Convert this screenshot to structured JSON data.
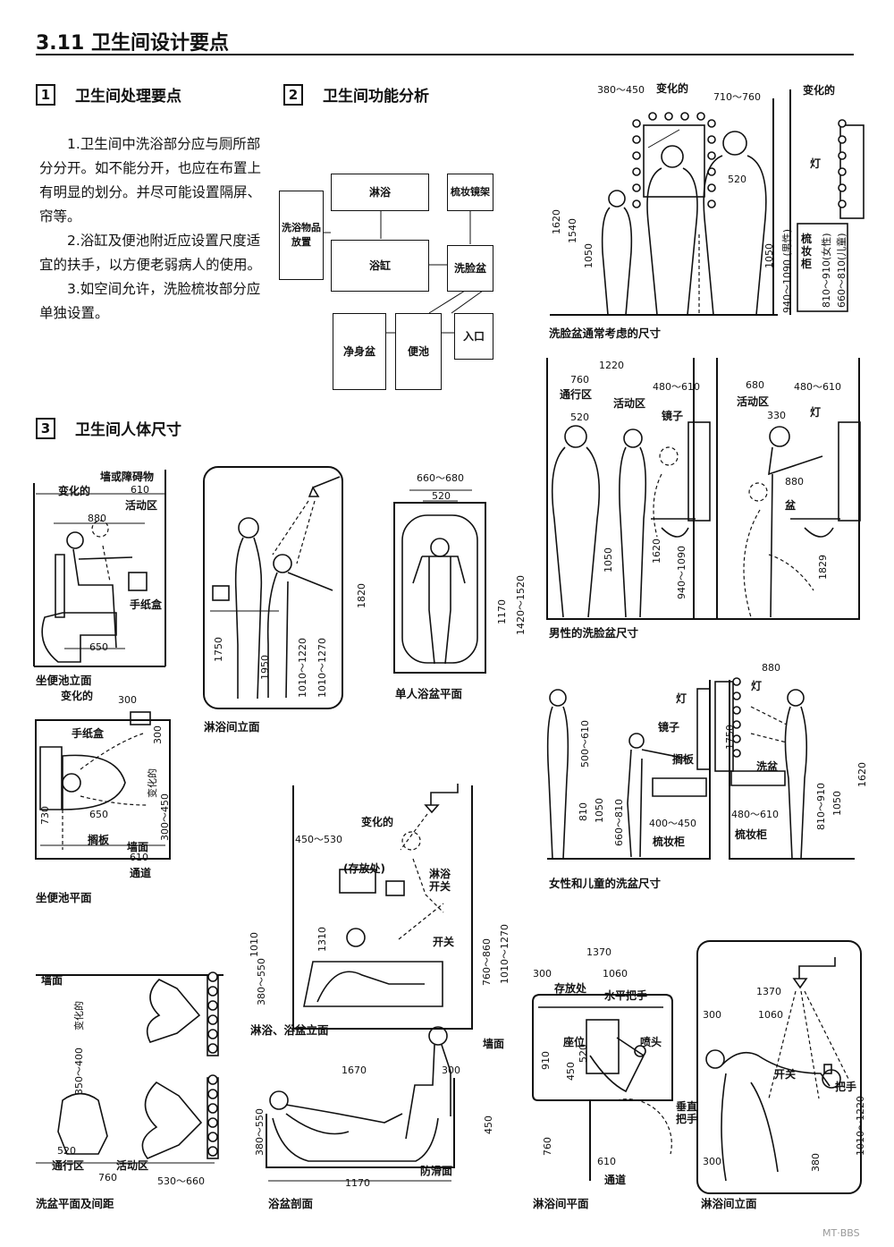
{
  "header": {
    "title": "3.11 卫生间设计要点"
  },
  "section1": {
    "num": "1",
    "title": "卫生间处理要点",
    "paragraphs": [
      "1.卫生间中洗浴部分应与厕所部分分开。如不能分开，也应在布置上有明显的划分。并尽可能设置隔屏、帘等。",
      "2.浴缸及便池附近应设置尺度适宜的扶手，以方便老弱病人的使用。",
      "3.如空间允许，洗脸梳妆部分应单独设置。"
    ]
  },
  "section2": {
    "num": "2",
    "title": "卫生间功能分析",
    "boxes": {
      "shower": "淋浴",
      "mirror": "梳妆镜架",
      "storage": "洗浴物品放置",
      "tub": "浴缸",
      "basin": "洗脸盆",
      "bidet": "净身盆",
      "toilet": "便池",
      "entrance": "入口"
    }
  },
  "section3": {
    "num": "3",
    "title": "卫生间人体尺寸"
  },
  "toilet_elev": {
    "caption": "坐便池立面",
    "wall": "墙或障碍物",
    "variable": "变化的",
    "d610": "610",
    "active": "活动区",
    "d880": "880",
    "tissue": "手纸盒",
    "d650": "650"
  },
  "toilet_plan": {
    "caption": "坐便池平面",
    "variable": "变化的",
    "d300a": "300",
    "tissue": "手纸盒",
    "d300b": "300",
    "variable2": "变化的",
    "d730": "730",
    "d650": "650",
    "d300_450": "300～450",
    "shelf": "搁板",
    "wall": "墙面",
    "d610": "610",
    "passage": "通道"
  },
  "shower_elev": {
    "caption": "淋浴间立面",
    "d1820": "1820",
    "d1750": "1750",
    "d1950": "1950",
    "d1010_1220": "1010～1220",
    "d1010_1270": "1010～1270"
  },
  "tub_plan": {
    "caption": "单人浴盆平面",
    "d660_680": "660～680",
    "d520": "520",
    "d1170": "1170",
    "d1420_1520": "1420～1520"
  },
  "basin_general": {
    "caption": "洗脸盆通常考虑的尺寸",
    "d380_450": "380～450",
    "variable": "变化的",
    "d710_760": "710～760",
    "d520": "520",
    "d1620": "1620",
    "d1540": "1540",
    "d1050a": "1050",
    "d1050b": "1050",
    "d940_1090": "940～1090 (男性)",
    "variable2": "变化的",
    "lamp": "灯",
    "cabinet": "梳妆柜",
    "d810_910": "810～910(女性)",
    "d660_810": "660～810(儿童)"
  },
  "basin_male": {
    "caption": "男性的洗脸盆尺寸",
    "d1220": "1220",
    "d760": "760",
    "passage": "通行区",
    "active": "活动区",
    "d480_610a": "480～610",
    "d520": "520",
    "mirror": "镜子",
    "d1620": "1620",
    "d1050": "1050",
    "d940_1090": "940～1090",
    "d680": "680",
    "d480_610b": "480～610",
    "active2": "活动区",
    "d330": "330",
    "lamp": "灯",
    "d880": "880",
    "basin": "盆",
    "d1829": "1829"
  },
  "basin_female": {
    "caption": "女性和儿童的洗盆尺寸",
    "lamp": "灯",
    "mirror": "镜子",
    "shelf": "搁板",
    "d500_610": "500～610",
    "d810": "810",
    "d1050": "1050",
    "d660_810": "660～810",
    "d400_450": "400～450",
    "cabinet": "梳妆柜",
    "d880": "880",
    "lamp2": "灯",
    "d1750": "1750",
    "basin": "洗盆",
    "d810_910": "810～910",
    "d1050b": "1050",
    "d1620": "1620",
    "d480_610": "480～610",
    "cabinet2": "梳妆柜"
  },
  "shower_tub": {
    "caption": "淋浴、浴盆立面",
    "variable": "变化的",
    "d450_530": "450～530",
    "storage": "(存放处)",
    "switch": "淋浴开关",
    "switch2": "开关",
    "d1010": "1010",
    "d1310": "1310",
    "d380_550": "380～550",
    "d760_860": "760～860",
    "d1010_1270": "1010～1270"
  },
  "basin_plan": {
    "caption": "洗盆平面及间距",
    "wall": "墙面",
    "variable": "变化的",
    "d350_400": "350～400",
    "d520": "520",
    "passage": "通行区",
    "d760": "760",
    "active": "活动区",
    "d530_660": "530～660"
  },
  "tub_section": {
    "caption": "浴盆剖面",
    "d1670": "1670",
    "d300": "300",
    "wall": "墙面",
    "d380_550": "380～550",
    "d450": "450",
    "antislip": "防滑面",
    "d1170": "1170"
  },
  "shower_plan": {
    "caption": "淋浴间平面",
    "d1370": "1370",
    "d300": "300",
    "d1060": "1060",
    "storage": "存放处",
    "hbar": "水平把手",
    "seat": "座位",
    "nozzle": "喷头",
    "d910": "910",
    "d520": "520",
    "d450": "450",
    "vbar": "垂直把手",
    "d760": "760",
    "d610": "610",
    "passage": "通道"
  },
  "shower_elev2": {
    "caption": "淋浴间立面",
    "d1370": "1370",
    "d300": "300",
    "d1060": "1060",
    "switch": "开关",
    "handle": "把手",
    "d300b": "300",
    "d380": "380",
    "d1010_1220": "1010～1220"
  },
  "watermark": {
    "text": "MT·BBS"
  }
}
